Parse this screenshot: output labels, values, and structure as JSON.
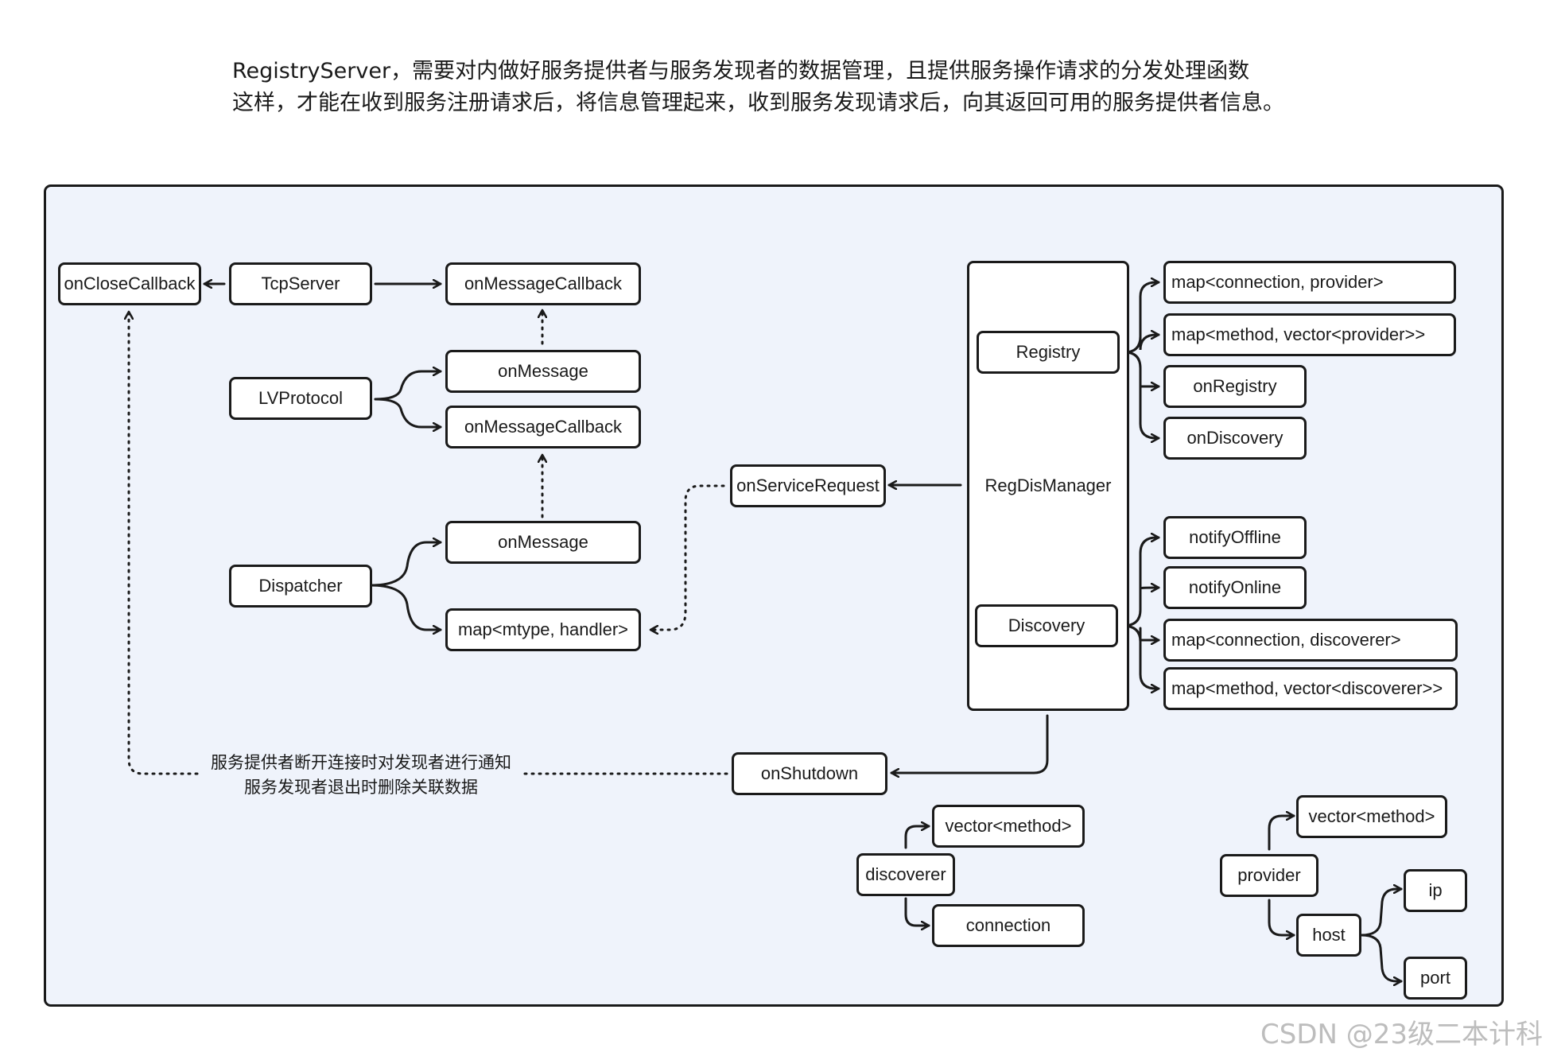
{
  "intro": {
    "line1": "RegistryServer，需要对内做好服务提供者与服务发现者的数据管理，且提供服务操作请求的分发处理函数",
    "line2": "这样，才能在收到服务注册请求后，将信息管理起来，收到服务发现请求后，向其返回可用的服务提供者信息。"
  },
  "nodes": {
    "on_close_callback": "onCloseCallback",
    "tcp_server": "TcpServer",
    "on_message_callback_top": "onMessageCallback",
    "lv_protocol": "LVProtocol",
    "on_message_1": "onMessage",
    "on_message_callback_2": "onMessageCallback",
    "on_service_request": "onServiceRequest",
    "dispatcher": "Dispatcher",
    "on_message_2": "onMessage",
    "map_mtype_handler": "map<mtype, handler>",
    "reg_dis_manager": "RegDisManager",
    "registry": "Registry",
    "discovery": "Discovery",
    "map_connection_provider": "map<connection, provider>",
    "map_method_vector_provider": "map<method, vector<provider>>",
    "on_registry": "onRegistry",
    "on_discovery": "onDiscovery",
    "notify_offline": "notifyOffline",
    "notify_online": "notifyOnline",
    "map_connection_discoverer": "map<connection, discoverer>",
    "map_method_vector_discoverer": "map<method, vector<discoverer>>",
    "on_shutdown": "onShutdown",
    "discoverer": "discoverer",
    "discoverer_vector_method": "vector<method>",
    "discoverer_connection": "connection",
    "provider": "provider",
    "provider_vector_method": "vector<method>",
    "host": "host",
    "ip": "ip",
    "port": "port"
  },
  "note": {
    "line1": "服务提供者断开连接时对发现者进行通知",
    "line2": "服务发现者退出时删除关联数据"
  },
  "watermark": "CSDN @23级二本计科"
}
